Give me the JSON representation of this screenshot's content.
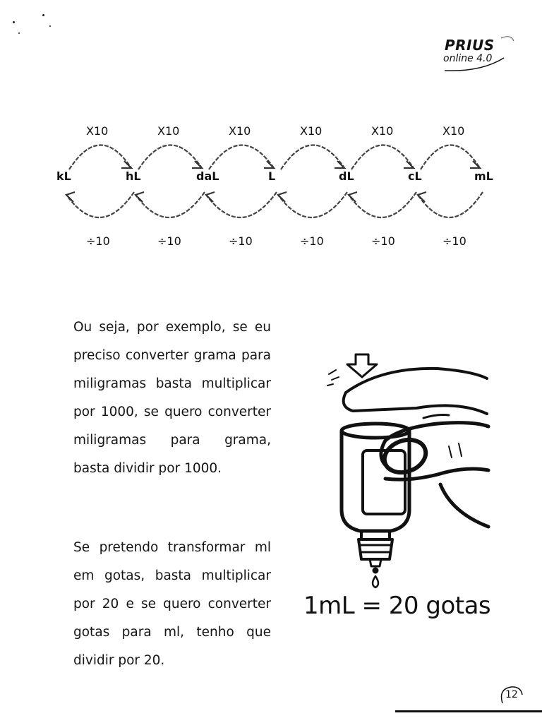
{
  "logo": {
    "brand": "PRIUS",
    "subtitle": "online 4.0"
  },
  "diagram": {
    "units": [
      "kL",
      "hL",
      "daL",
      "L",
      "dL",
      "cL",
      "mL"
    ],
    "multiply_labels": [
      "X10",
      "X10",
      "X10",
      "X10",
      "X10",
      "X10"
    ],
    "divide_labels": [
      "÷10",
      "÷10",
      "÷10",
      "÷10",
      "÷10",
      "÷10"
    ]
  },
  "paragraph1": "Ou seja, por exemplo, se eu preciso converter grama para miligramas basta multiplicar por 1000, se quero converter miligramas para grama, basta dividir por 1000.",
  "paragraph2": "Se pretendo transformar ml em gotas, basta multiplicar por 20 e se quero converter gotas para ml, tenho que dividir por 20.",
  "equation": "1mL = 20 gotas",
  "page_number": "12"
}
